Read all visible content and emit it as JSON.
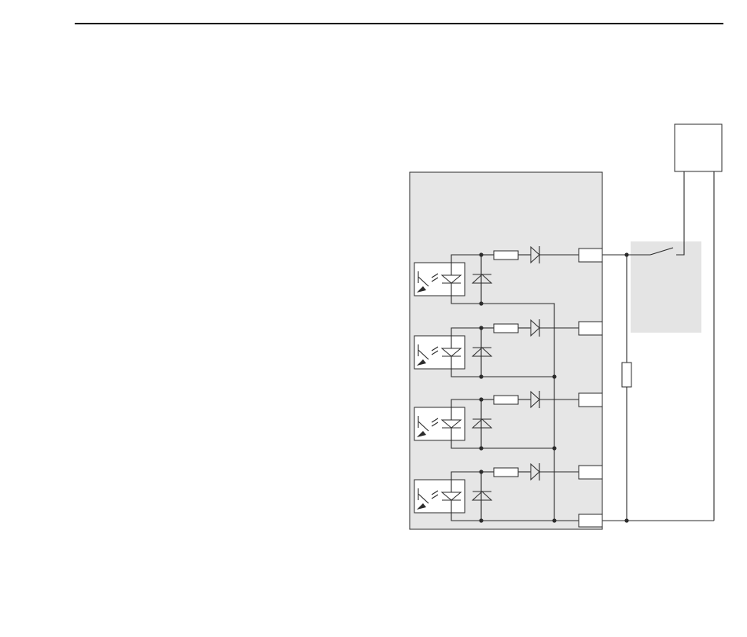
{
  "diagram": {
    "type": "circuit-schematic",
    "channels": 4,
    "input_module": {
      "channel_parts": [
        "optocoupler",
        "protection-diode",
        "resistor",
        "series-diode",
        "terminal"
      ],
      "common_terminal": "terminal"
    },
    "external_parts": [
      "switch",
      "resistor",
      "power-supply"
    ],
    "colors": {
      "line": "#2b2b2b",
      "module_fill": "#e6e6e6",
      "switch_area_fill": "#e4e4e4",
      "component_fill": "#ffffff"
    }
  }
}
